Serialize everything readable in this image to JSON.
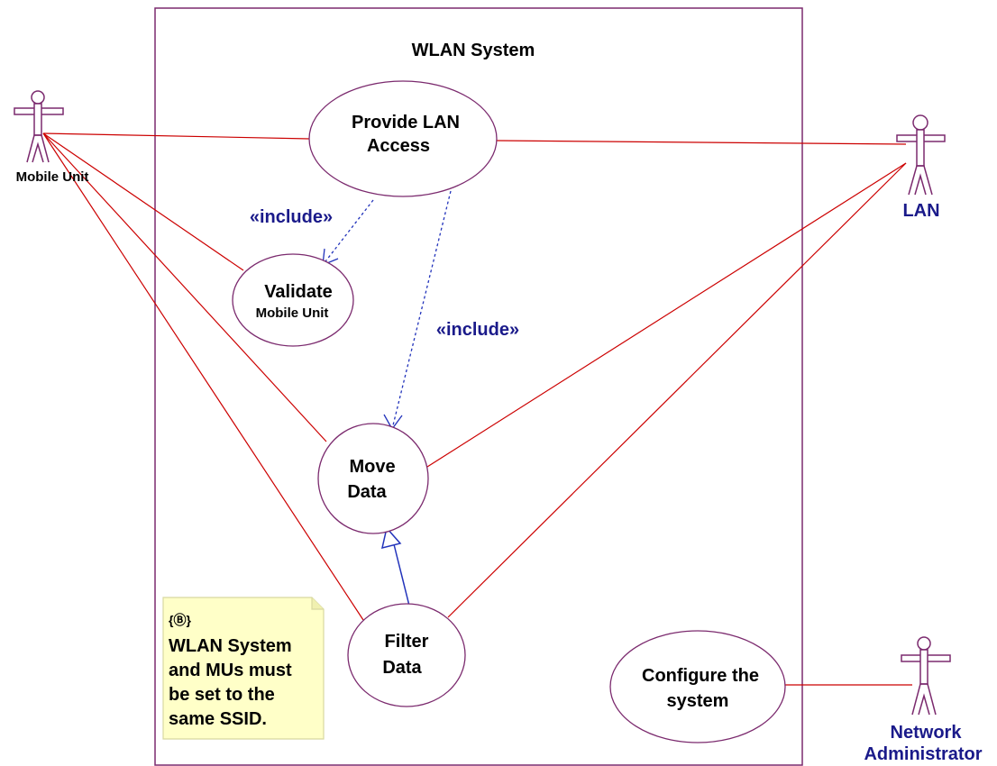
{
  "system": {
    "title": "WLAN System"
  },
  "actors": {
    "mobile_unit": "Mobile Unit",
    "lan": "LAN",
    "net_admin_line1": "Network",
    "net_admin_line2": "Administrator"
  },
  "use_cases": {
    "provide_lan_line1": "Provide LAN",
    "provide_lan_line2": "Access",
    "validate_line1": "Validate",
    "validate_line2": "Mobile Unit",
    "move_line1": "Move",
    "move_line2": "Data",
    "filter_line1": "Filter",
    "filter_line2": "Data",
    "configure_line1": "Configure the",
    "configure_line2": "system"
  },
  "relationships": {
    "include_1": "«include»",
    "include_2": "«include»"
  },
  "note": {
    "marker": "{Ⓑ}",
    "line1": "WLAN System",
    "line2": "and MUs must",
    "line3": "be set to the",
    "line4": "same SSID."
  },
  "colors": {
    "boundary": "#7b2a6e",
    "association": "#cc0000",
    "dependency": "#2233bb",
    "keyword_text": "#1a1a8a",
    "note_fill": "#ffffc8",
    "note_border": "#d8d8a0"
  }
}
